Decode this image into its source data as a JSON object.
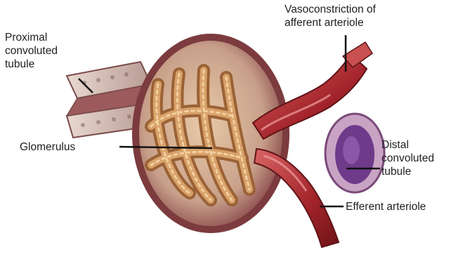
{
  "labels": {
    "proximal_tubule": "Proximal\nconvoluted\ntubule",
    "vasoconstriction": "Vasoconstriction of\nafferent arteriole",
    "glomerulus": "Glomerulus",
    "distal_tubule": "Distal\nconvoluted\ntubule",
    "efferent_arteriole": "Efferent arteriole"
  },
  "colors": {
    "capsule": "#8a4a4c",
    "capsule_dark": "#5e2b2e",
    "capillary": "#c98d55",
    "capillary_light": "#e8b983",
    "arteriole": "#a3242a",
    "arteriole_light": "#d96565",
    "tubule_lumen": "#6e3a8a",
    "tubule_wall": "#c9a3c4",
    "label_text": "#1f1f1f",
    "leader_line": "#111111"
  }
}
